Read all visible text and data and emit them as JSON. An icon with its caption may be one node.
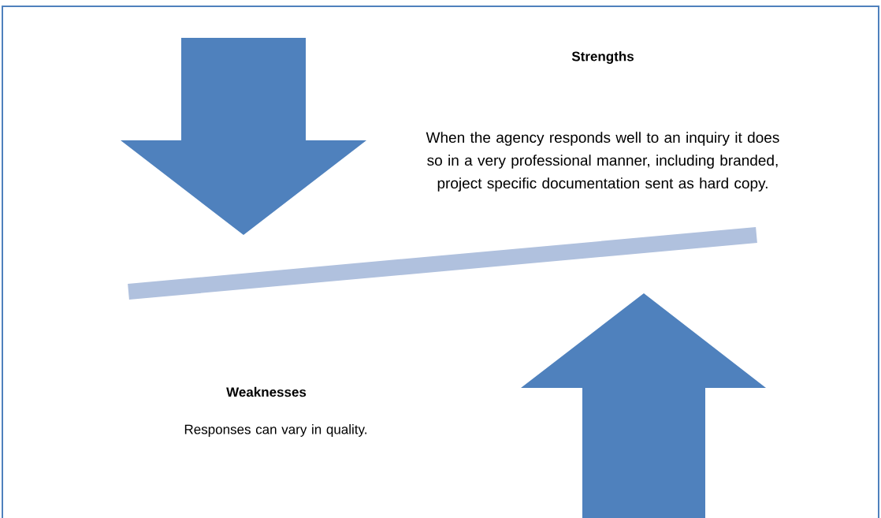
{
  "diagram": {
    "labels": [
      "Strengths",
      "When the agency responds well to an inquiry it does so in a very professional manner, including branded, project specific documentation sent as hard copy.",
      "Weaknesses",
      "Responses can vary in quality."
    ]
  }
}
